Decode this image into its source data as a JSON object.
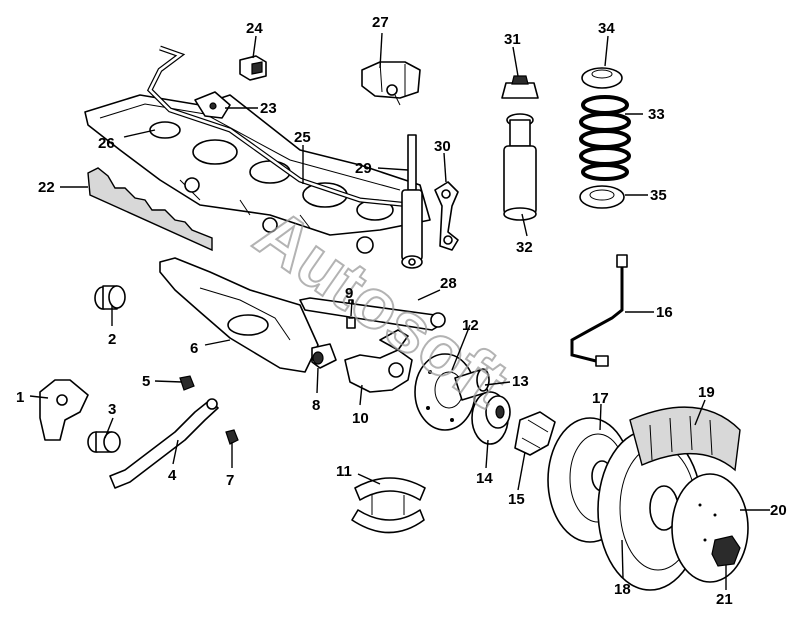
{
  "diagram": {
    "watermark": "Autosoft",
    "callouts": {
      "c1": "1",
      "c2": "2",
      "c3": "3",
      "c4": "4",
      "c5": "5",
      "c6": "6",
      "c7": "7",
      "c8": "8",
      "c9": "9",
      "c10": "10",
      "c11": "11",
      "c12": "12",
      "c13": "13",
      "c14": "14",
      "c15": "15",
      "c16": "16",
      "c17": "17",
      "c18": "18",
      "c19": "19",
      "c20": "20",
      "c21": "21",
      "c22": "22",
      "c23": "23",
      "c24": "24",
      "c25": "25",
      "c26": "26",
      "c27": "27",
      "c28": "28",
      "c29": "29",
      "c30": "30",
      "c31": "31",
      "c32": "32",
      "c33": "33",
      "c34": "34",
      "c35": "35"
    }
  }
}
